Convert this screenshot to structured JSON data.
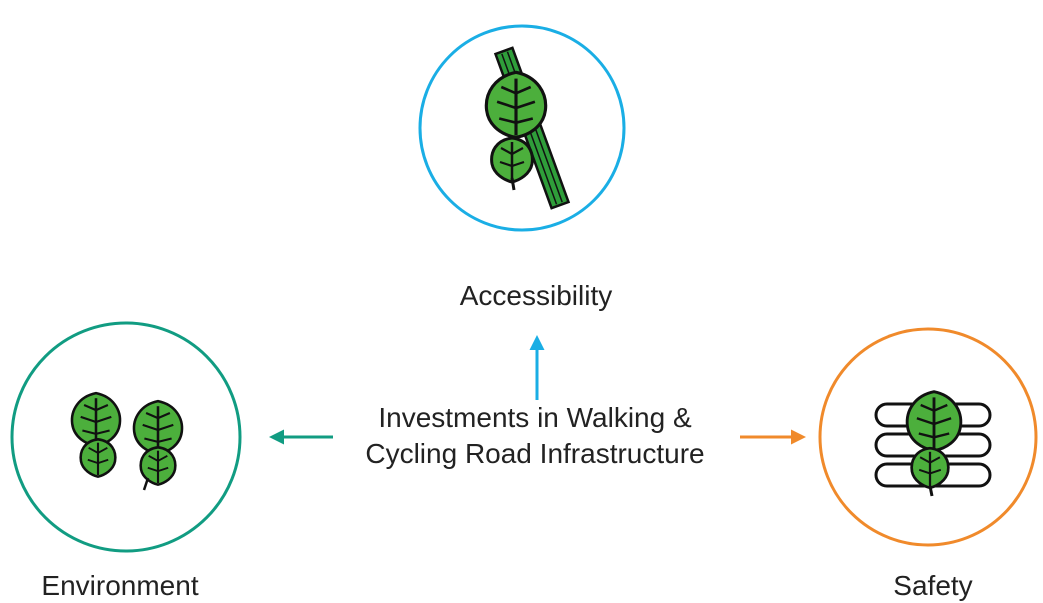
{
  "center": {
    "line1": "Investments in Walking &",
    "line2": "Cycling Road Infrastructure"
  },
  "nodes": {
    "accessibility": {
      "label": "Accessibility",
      "color": "#1aaee5"
    },
    "environment": {
      "label": "Environment",
      "color": "#119c82"
    },
    "safety": {
      "label": "Safety",
      "color": "#f08a2b"
    }
  },
  "colors": {
    "leaf_fill": "#4caf3c",
    "leaf_outline": "#111111",
    "pole_green": "#2f9e3a",
    "text": "#222222"
  }
}
